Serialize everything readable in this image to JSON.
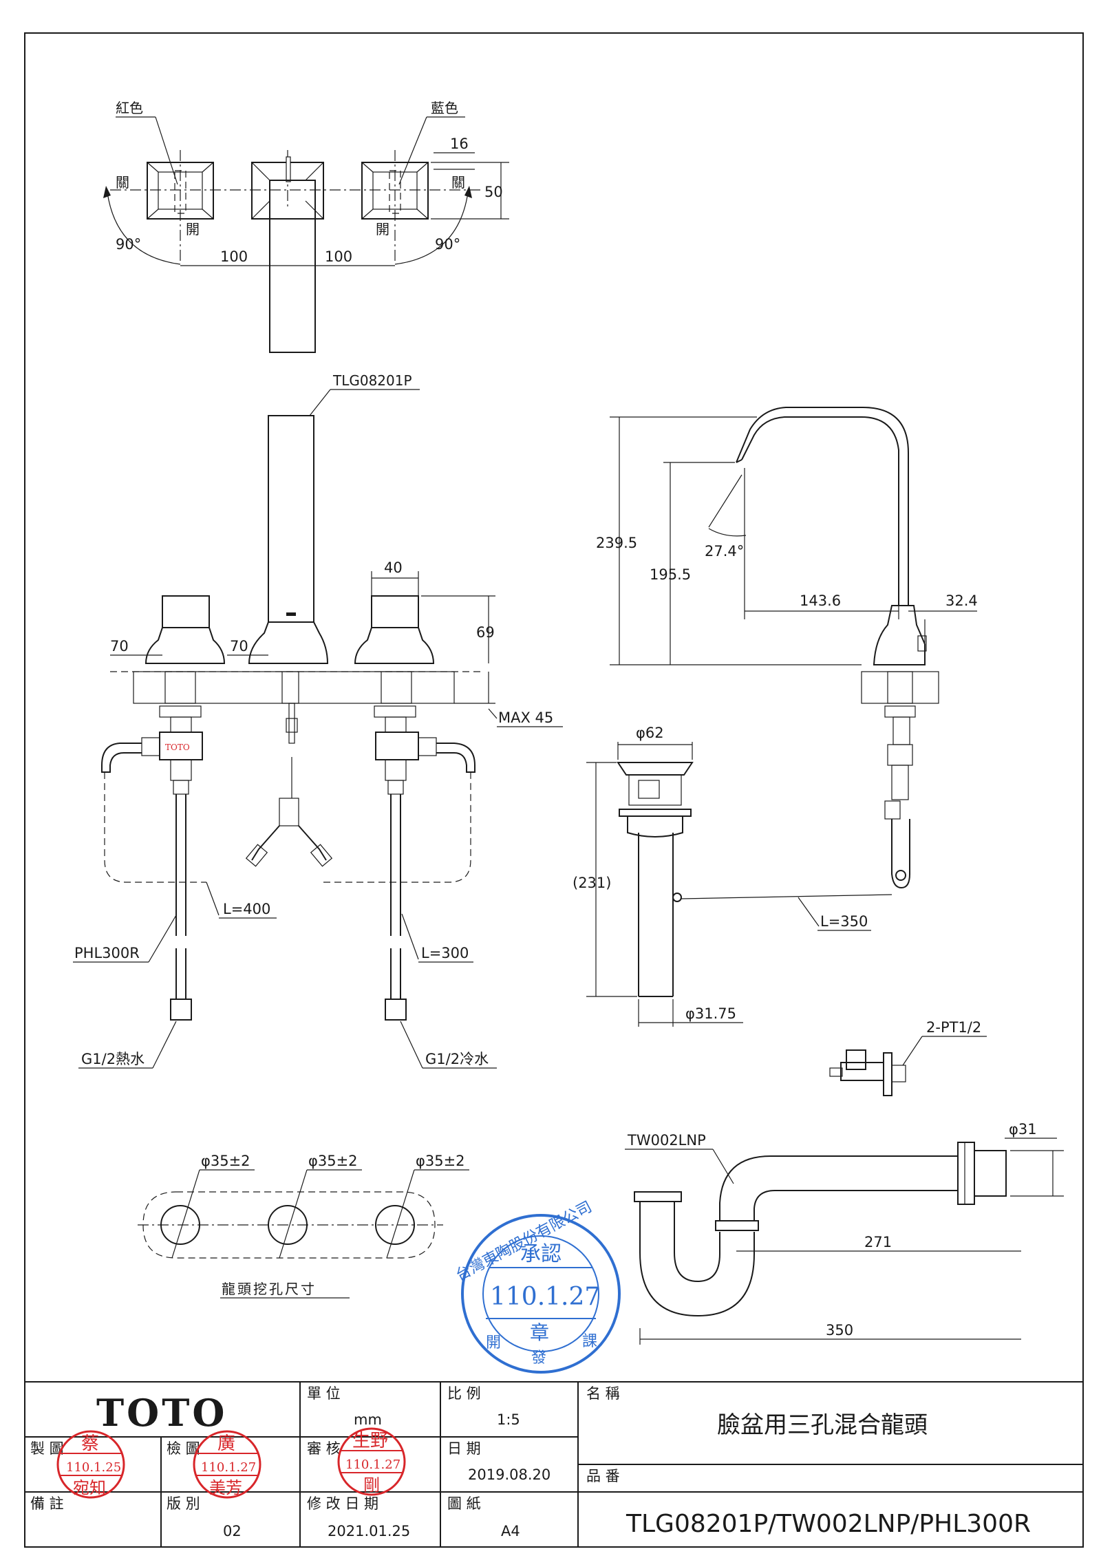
{
  "plan_view": {
    "left_label": "紅色",
    "right_label": "藍色",
    "closed_left": "關",
    "closed_right": "關",
    "open_left": "開",
    "open_right": "開",
    "angle_left": "90°",
    "angle_right": "90°",
    "spacing_left": "100",
    "spacing_right": "100",
    "dim_16": "16",
    "dim_50": "50"
  },
  "front_view": {
    "spout_model": "TLG08201P",
    "dim_40": "40",
    "dim_69": "69",
    "dim_70_left": "70",
    "dim_70_mid": "70",
    "max45": "MAX 45",
    "hose_l400": "L=400",
    "hose_l300": "L=300",
    "hose_model": "PHL300R",
    "conn_hot": "G1/2熱水",
    "conn_cold": "G1/2冷水",
    "logo_small": "TOTO"
  },
  "side_view": {
    "dim_239": "239.5",
    "dim_195": "195.5",
    "angle": "27.4°",
    "dim_143": "143.6",
    "dim_32": "32.4",
    "drain_dia": "φ62",
    "drain_len": "(231)",
    "tail_dia": "φ31.75",
    "rod_len": "L=350",
    "pt_label": "2-PT1/2"
  },
  "holes": {
    "dia1": "φ35±2",
    "dia2": "φ35±2",
    "dia3": "φ35±2",
    "caption": "龍頭挖孔尺寸"
  },
  "ptrap": {
    "model": "TW002LNP",
    "dia": "φ31",
    "dim_271": "271",
    "dim_350": "350"
  },
  "seal": {
    "ring_text": "台灣東陶股份有限公司",
    "approved": "承認",
    "date": "110.1.27",
    "chapter": "章",
    "left_side": "開",
    "bottom": "發",
    "right_side": "課"
  },
  "title_block": {
    "logo": "TOTO",
    "unit_label": "單 位",
    "unit_value": "mm",
    "scale_label": "比 例",
    "scale_value": "1:5",
    "name_label": "名 稱",
    "name_value": "臉盆用三孔混合龍頭",
    "drawn_label": "製 圖",
    "checked_label": "檢 圖",
    "reviewed_label": "審 核",
    "date_label": "日 期",
    "date_value": "2019.08.20",
    "part_label": "品 番",
    "part_value": "TLG08201P/TW002LNP/PHL300R",
    "remarks_label": "備 註",
    "version_label": "版 別",
    "version_value": "02",
    "revised_label": "修 改 日 期",
    "revised_value": "2021.01.25",
    "paper_label": "圖 紙",
    "paper_value": "A4"
  },
  "stamps": {
    "drawn_top": "蔡",
    "drawn_date": "110.1.25",
    "drawn_bottom": "宛知",
    "checked_top": "廣",
    "checked_date": "110.1.27",
    "checked_bottom": "美芳",
    "reviewed_top": "生野",
    "reviewed_date": "110.1.27",
    "reviewed_bottom": "剛"
  }
}
